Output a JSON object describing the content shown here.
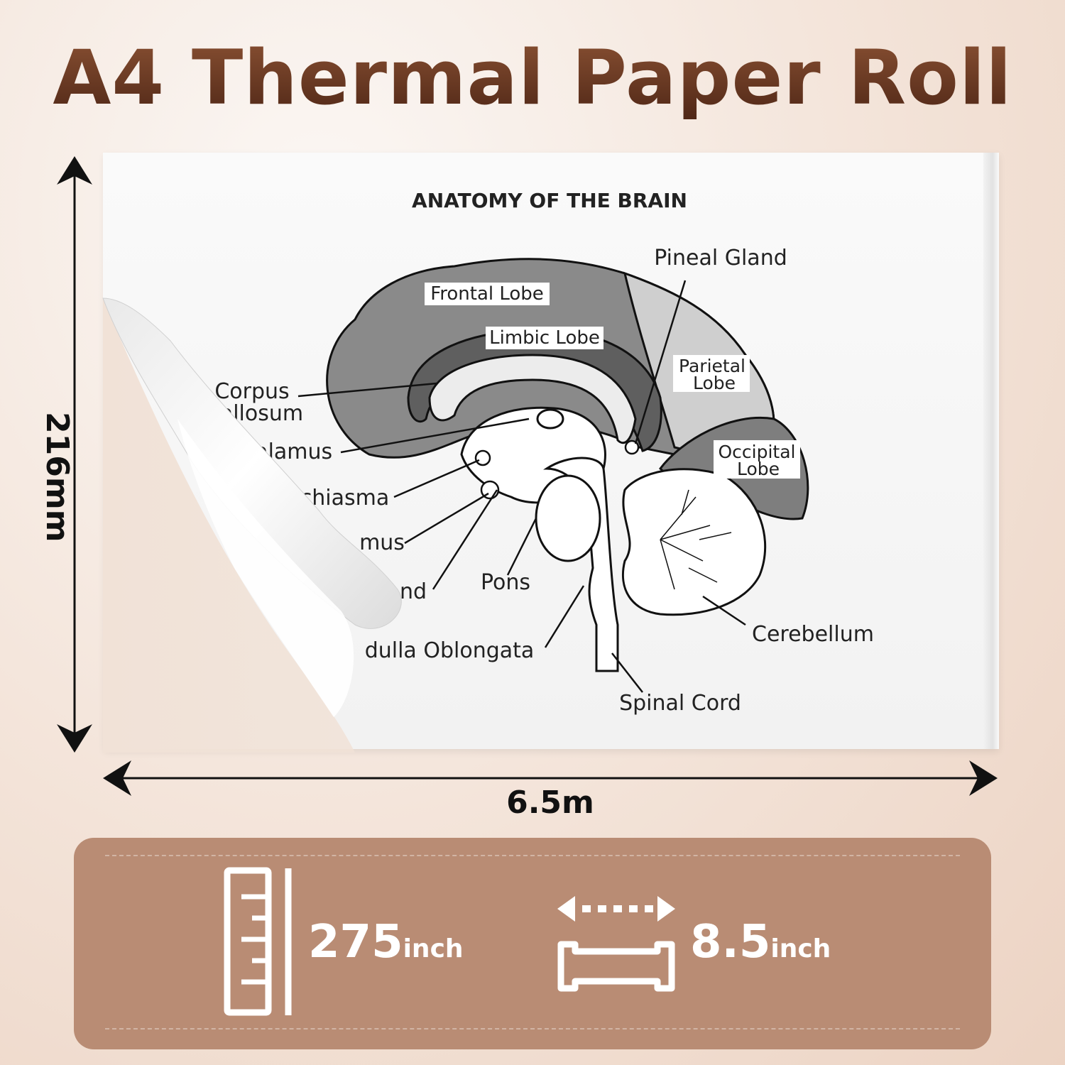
{
  "title": "A4 Thermal Paper Roll",
  "dimensions": {
    "height_label": "216mm",
    "length_label": "6.5m"
  },
  "diagram": {
    "heading": "ANATOMY OF THE BRAIN",
    "labels": {
      "frontal_lobe": "Frontal Lobe",
      "limbic_lobe": "Limbic Lobe",
      "pineal_gland": "Pineal Gland",
      "parietal_lobe_1": "Parietal",
      "parietal_lobe_2": "Lobe",
      "occipital_lobe_1": "Occipital",
      "occipital_lobe_2": "Lobe",
      "corpus_callosum_1": "Corpus",
      "corpus_callosum_2": "Callosum",
      "thalamus": "Thalamus",
      "optic_chiasma": "Schiasma",
      "hypothalamus": "mus",
      "pituitary_gland": "nd",
      "pons": "Pons",
      "medulla_oblongata": "dulla Oblongata",
      "cerebellum": "Cerebellum",
      "spinal_cord": "Spinal Cord"
    }
  },
  "specs": {
    "length_value": "275",
    "length_unit": "inch",
    "width_value": "8.5",
    "width_unit": "inch"
  },
  "colors": {
    "title_brown": "#6b3d26",
    "panel_brown": "#b98c74",
    "brain_dark": "#7a7a7a",
    "brain_mid": "#a6a6a6",
    "brain_light": "#d0d0d0"
  }
}
